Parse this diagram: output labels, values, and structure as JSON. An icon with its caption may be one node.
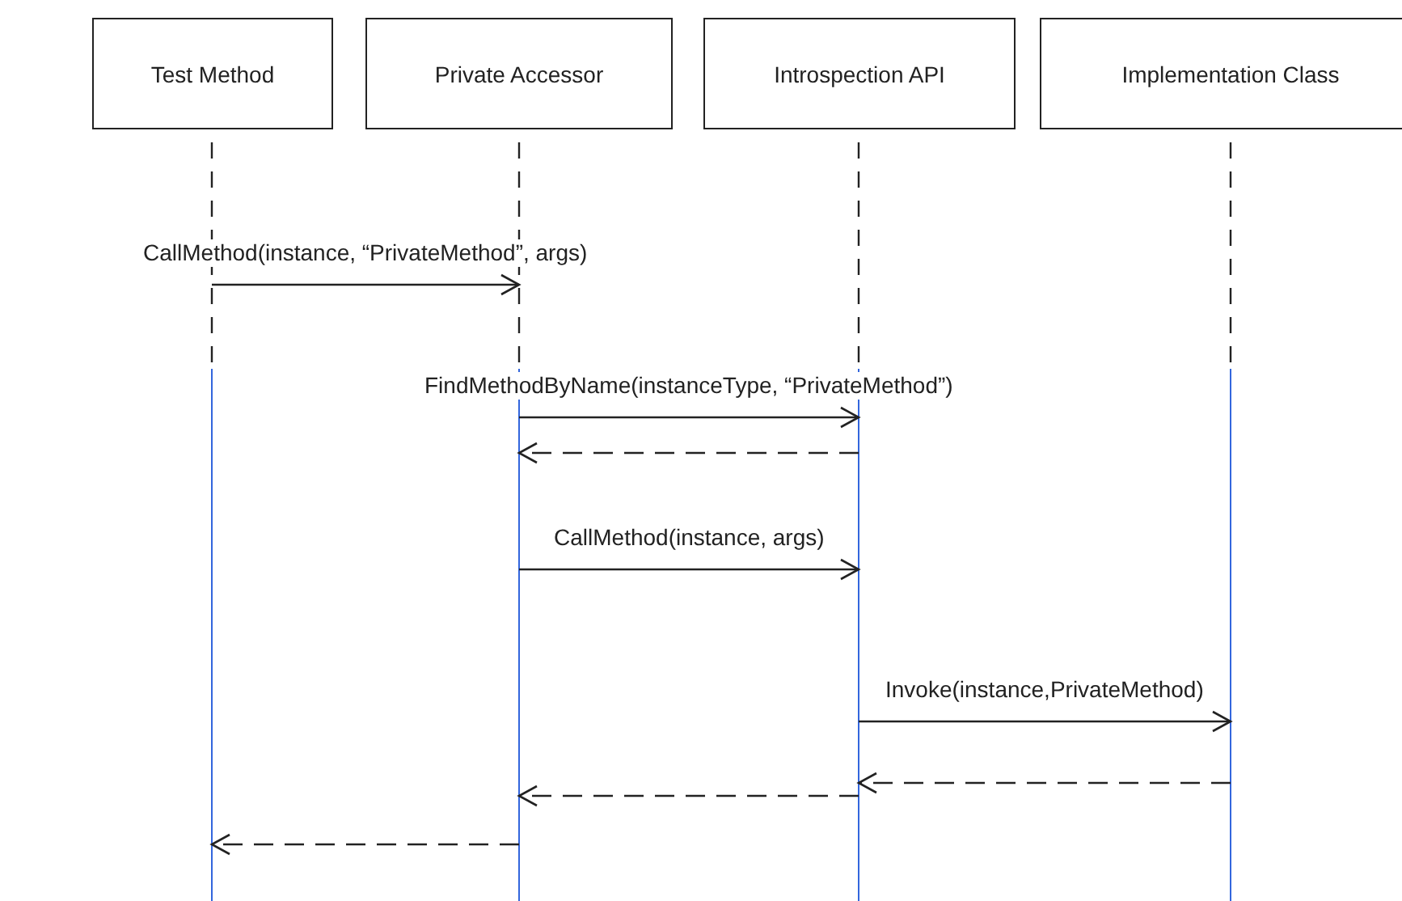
{
  "diagram": {
    "nodes": [
      {
        "text": [
          "Test Method"
        ]
      },
      {
        "text": [
          "Private Accessor"
        ]
      },
      {
        "text": [
          "Introspection API"
        ]
      },
      {
        "text": [
          "Implementation Class"
        ]
      }
    ],
    "edges": [
      {
        "from": 0,
        "to": 1,
        "arrow": "to",
        "label": "CallMethod(instance, “PrivateMethod”, args)"
      },
      {
        "from": 1,
        "to": 2,
        "arrow": "to",
        "label": "FindMethodByName(instanceType, “PrivateMethod”)"
      },
      {
        "from": 2,
        "to": 1,
        "arrow": "to",
        "style": "dashed"
      },
      {
        "from": 1,
        "to": 2,
        "arrow": "to",
        "label": "CallMethod(instance, args)"
      },
      {
        "from": 2,
        "to": 3,
        "arrow": "to",
        "label": "Invoke(instance,PrivateMethod)"
      },
      {
        "from": 3,
        "to": 2,
        "arrow": "to",
        "style": "dashed"
      },
      {
        "from": 2,
        "to": 1,
        "arrow": "to",
        "style": "dashed"
      },
      {
        "from": 1,
        "to": 0,
        "arrow": "to",
        "style": "dashed"
      }
    ]
  }
}
